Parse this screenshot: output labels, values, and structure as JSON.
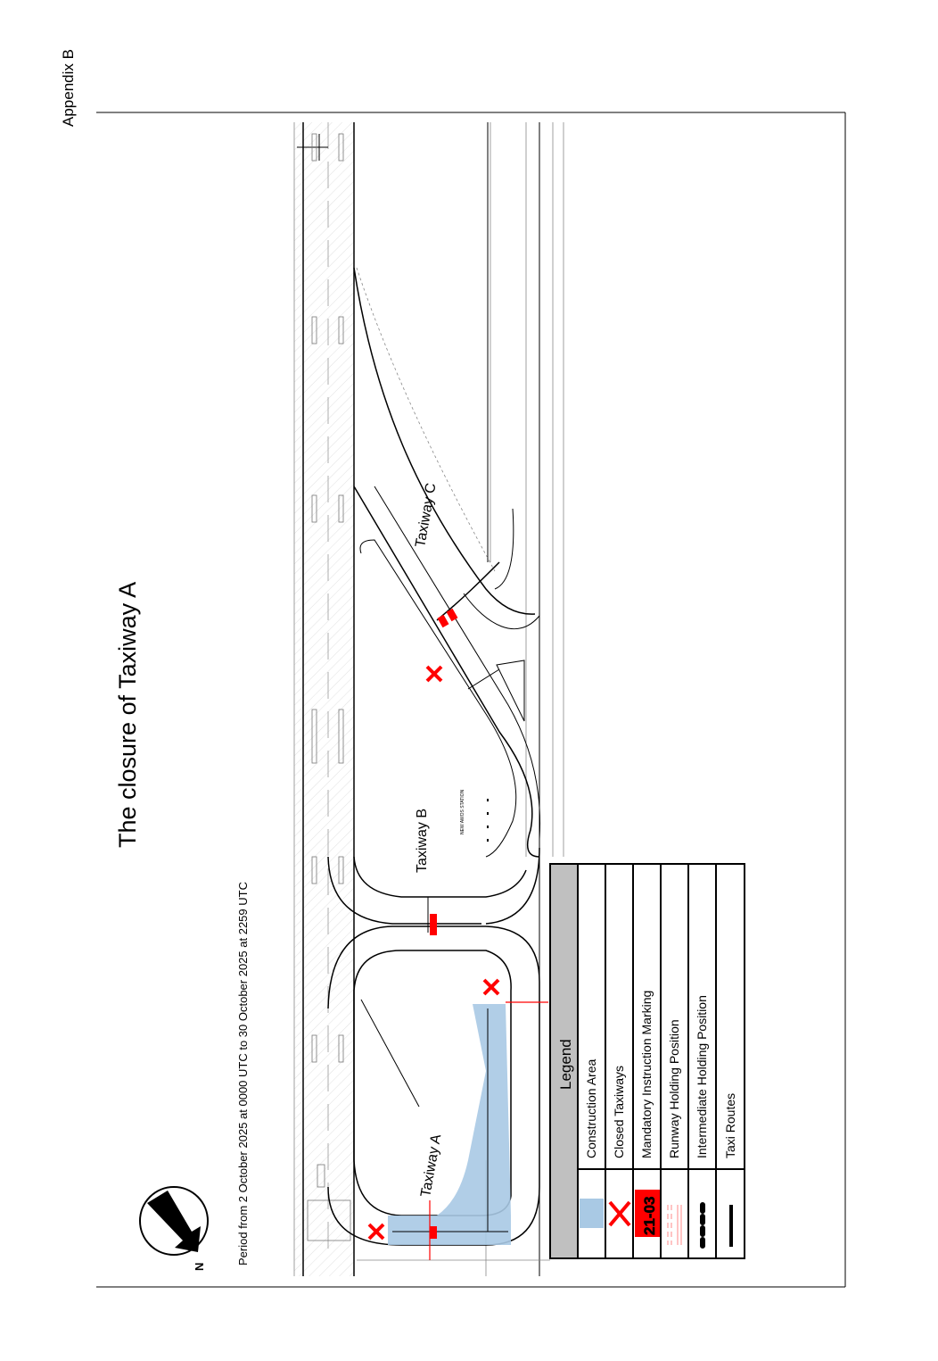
{
  "header": {
    "appendix": "Appendix B"
  },
  "title": "The closure of Taxiway A",
  "period": "Period from 2 October 2025 at 0000 UTC to 30 October 2025 at 2259 UTC",
  "compass": {
    "north_label": "N"
  },
  "map": {
    "taxiway_labels": [
      "Taxiway A",
      "Taxiway B",
      "Taxiway C"
    ],
    "station_label": "NEW AWOS STATION",
    "colors": {
      "construction": "#a9c9e4",
      "closed": "#ff0000",
      "legend_header": "#c0c0c0"
    }
  },
  "legend": {
    "title": "Legend",
    "items": [
      {
        "label": "Construction Area",
        "icon": "blue-area"
      },
      {
        "label": "Closed Taxiways",
        "icon": "red-x"
      },
      {
        "label": "Mandatory Instruction Marking",
        "icon": "red-sign",
        "sign_text": "21-03"
      },
      {
        "label": "Runway Holding Position",
        "icon": "red-dashed-lines"
      },
      {
        "label": "Intermediate Holding Position",
        "icon": "dashed-bar"
      },
      {
        "label": "Taxi Routes",
        "icon": "solid-bar"
      }
    ]
  }
}
